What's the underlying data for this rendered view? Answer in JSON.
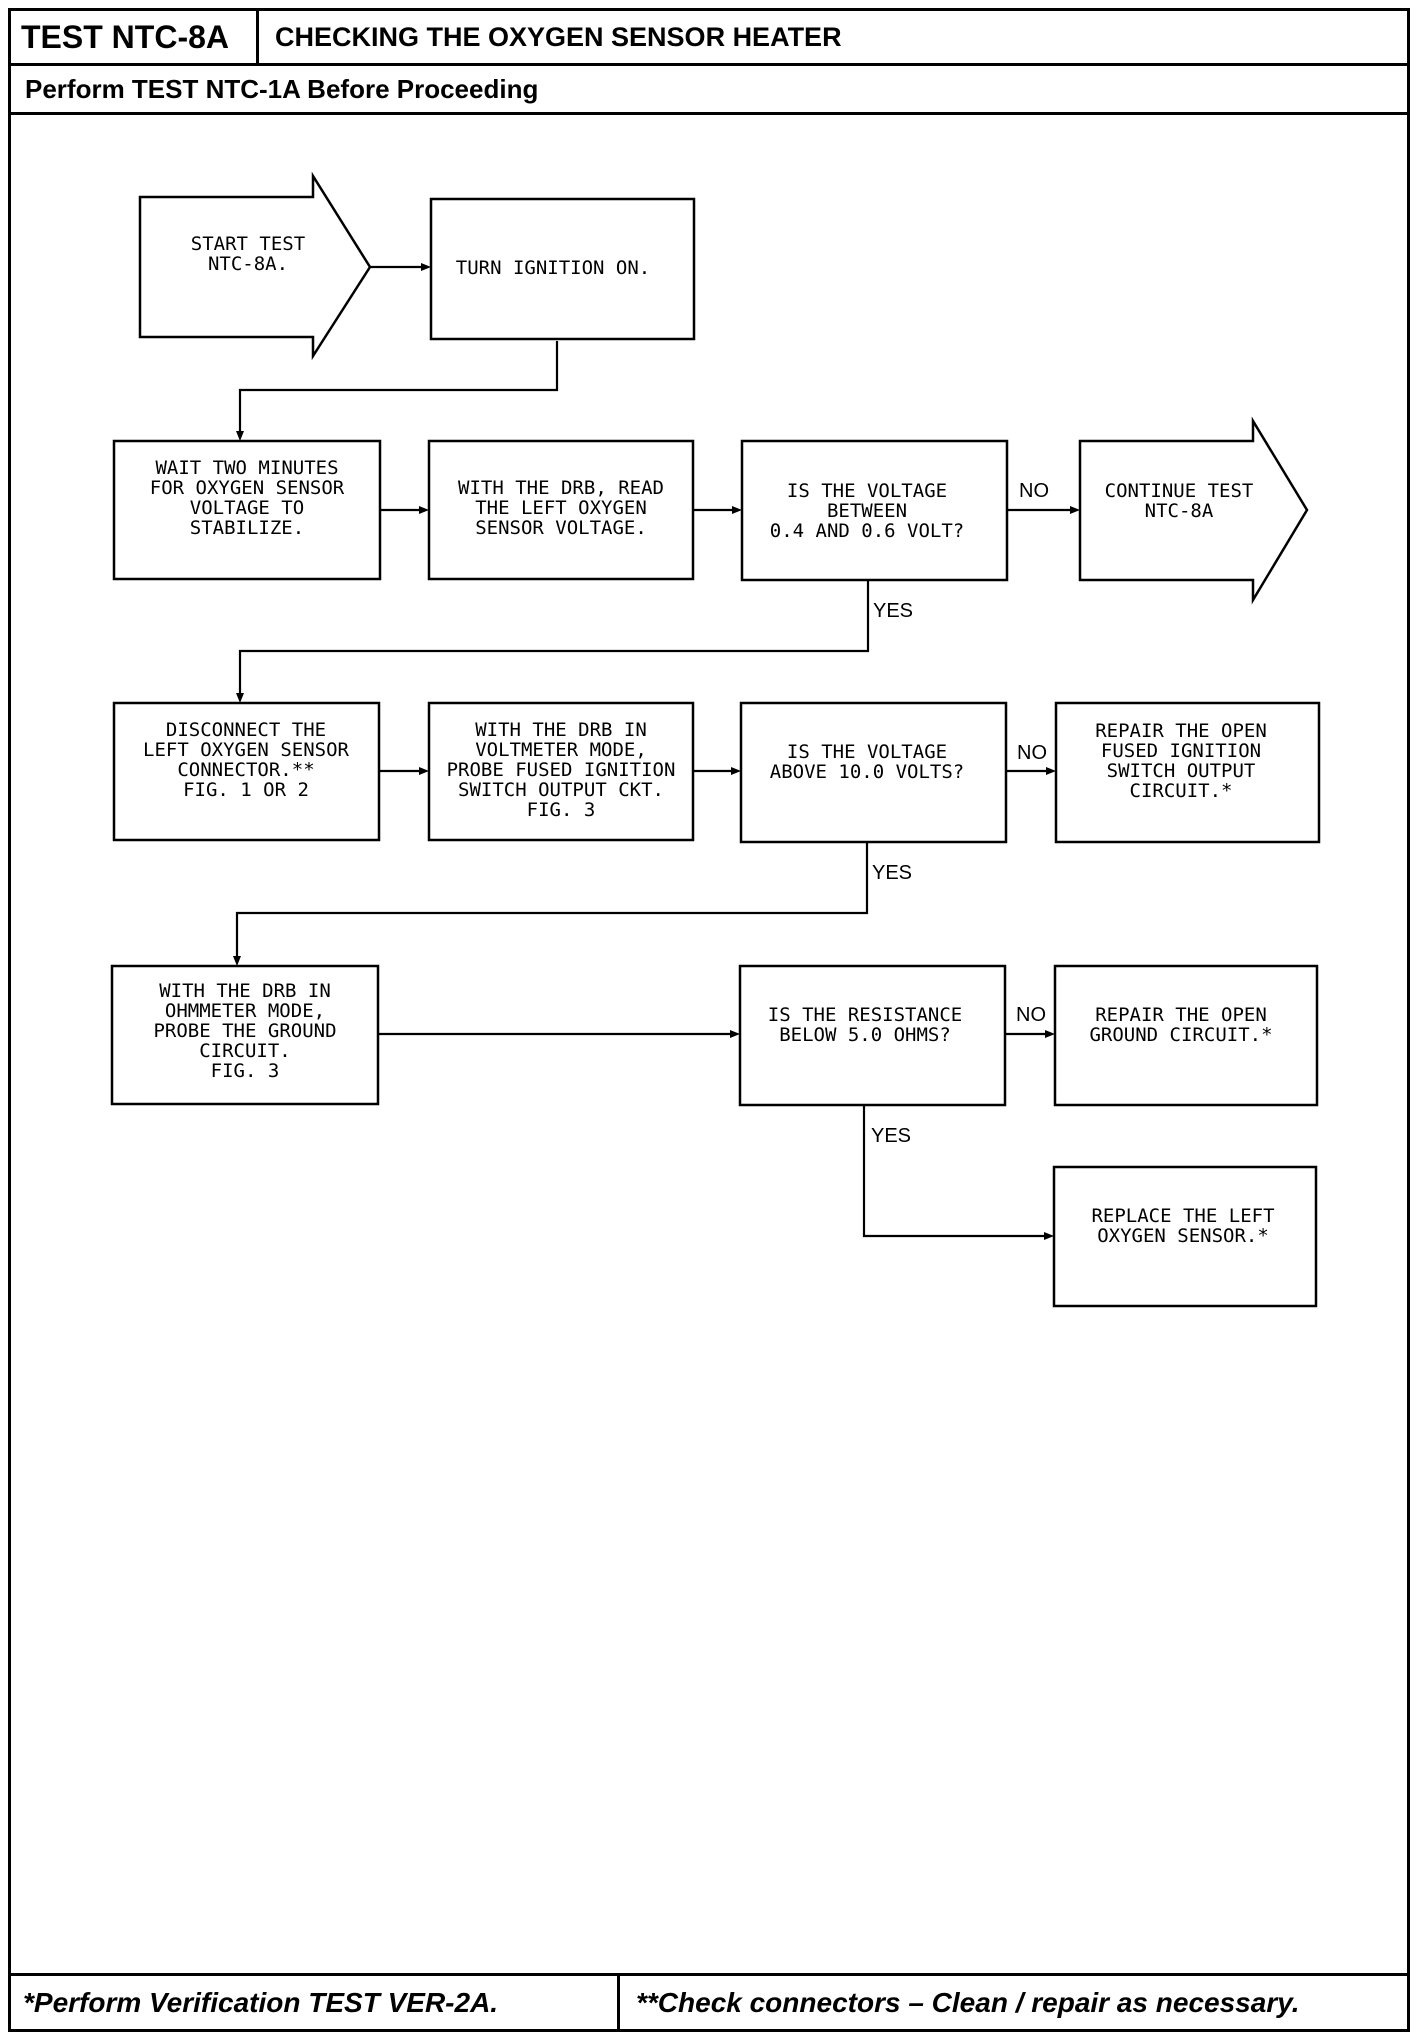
{
  "header": {
    "test_id": "TEST NTC-8A",
    "test_title": "CHECKING THE OXYGEN SENSOR HEATER",
    "prerequisite": "Perform TEST NTC-1A Before Proceeding"
  },
  "footer": {
    "left_note": "*Perform Verification TEST VER-2A.",
    "right_note": "**Check connectors – Clean / repair as necessary."
  },
  "flowchart": {
    "nodes": [
      {
        "id": "start",
        "lines": [
          "START TEST",
          "NTC-8A."
        ]
      },
      {
        "id": "ignition_on",
        "lines": [
          "TURN IGNITION ON."
        ]
      },
      {
        "id": "wait",
        "lines": [
          "WAIT TWO MINUTES",
          "FOR OXYGEN SENSOR",
          "VOLTAGE TO",
          "STABILIZE."
        ]
      },
      {
        "id": "read_voltage",
        "lines": [
          "WITH THE DRB, READ",
          "THE LEFT OXYGEN",
          "SENSOR VOLTAGE."
        ]
      },
      {
        "id": "q_voltage_range",
        "lines": [
          "IS THE VOLTAGE",
          "BETWEEN",
          "0.4 AND 0.6 VOLT?"
        ]
      },
      {
        "id": "continue",
        "lines": [
          "CONTINUE TEST",
          "NTC-8A"
        ]
      },
      {
        "id": "disconnect",
        "lines": [
          "DISCONNECT THE",
          "LEFT OXYGEN SENSOR",
          "CONNECTOR.**",
          "",
          "FIG. 1 OR 2"
        ]
      },
      {
        "id": "probe_fused",
        "lines": [
          "WITH THE DRB IN",
          "VOLTMETER MODE,",
          "PROBE FUSED IGNITION",
          "SWITCH OUTPUT CKT.",
          "FIG. 3"
        ]
      },
      {
        "id": "q_voltage_above",
        "lines": [
          "IS THE VOLTAGE",
          "ABOVE 10.0 VOLTS?"
        ]
      },
      {
        "id": "repair_fused",
        "lines": [
          "REPAIR THE OPEN",
          "FUSED IGNITION",
          "SWITCH OUTPUT",
          "CIRCUIT.*"
        ]
      },
      {
        "id": "probe_ground",
        "lines": [
          "WITH THE DRB IN",
          "OHMMETER MODE,",
          "PROBE THE GROUND",
          "CIRCUIT.",
          "FIG. 3"
        ]
      },
      {
        "id": "q_resistance",
        "lines": [
          "IS THE RESISTANCE",
          "BELOW 5.0 OHMS?"
        ]
      },
      {
        "id": "repair_ground",
        "lines": [
          "REPAIR THE OPEN",
          "GROUND CIRCUIT.*"
        ]
      },
      {
        "id": "replace_sensor",
        "lines": [
          "REPLACE THE LEFT",
          "OXYGEN SENSOR.*"
        ]
      }
    ],
    "edge_labels": [
      {
        "id": "no1",
        "text": "NO"
      },
      {
        "id": "yes1",
        "text": "YES"
      },
      {
        "id": "no2",
        "text": "NO"
      },
      {
        "id": "yes2",
        "text": "YES"
      },
      {
        "id": "no3",
        "text": "NO"
      },
      {
        "id": "yes3",
        "text": "YES"
      }
    ]
  }
}
